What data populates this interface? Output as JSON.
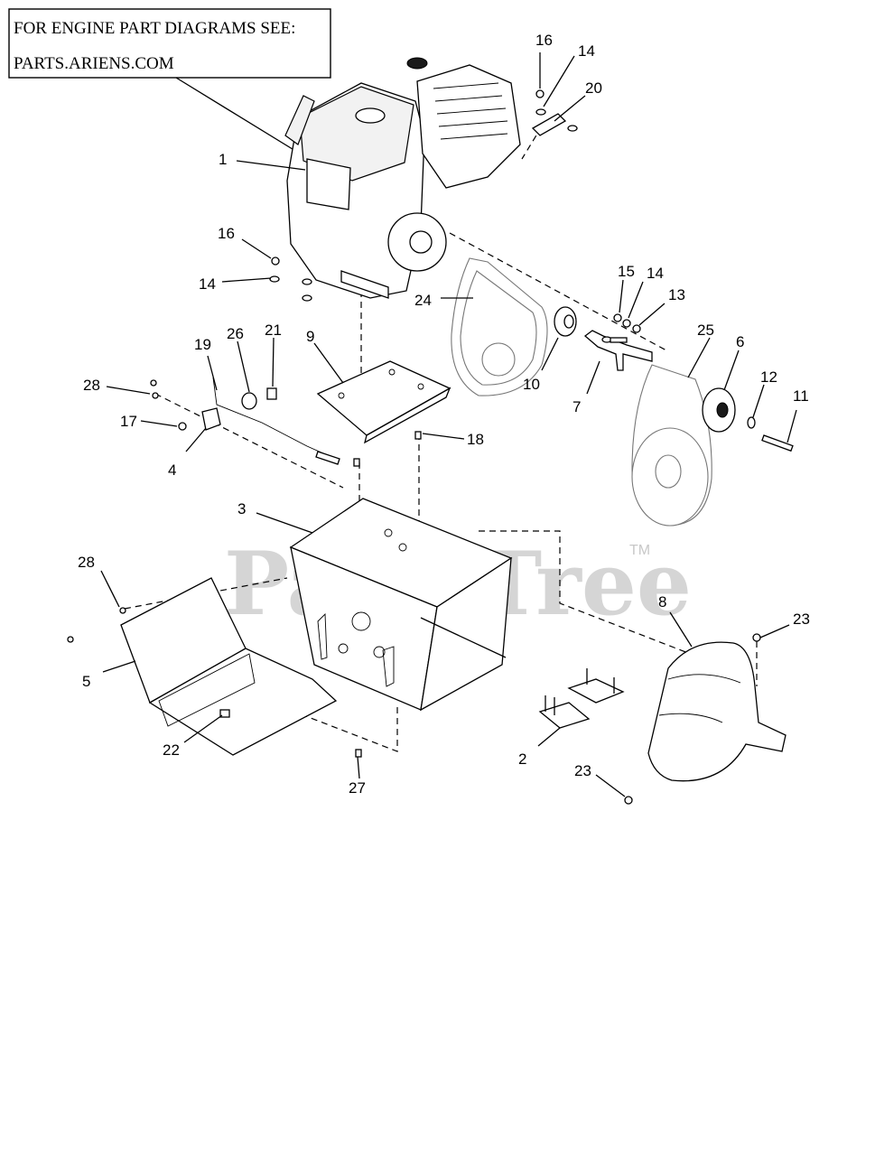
{
  "callout": {
    "line1": "FOR ENGINE PART DIAGRAMS SEE:",
    "line2": "PARTS.ARIENS.COM"
  },
  "watermark": {
    "text": "PartsTree",
    "tm": "TM"
  },
  "labels": {
    "p1": "1",
    "p2": "2",
    "p3": "3",
    "p4": "4",
    "p5": "5",
    "p6": "6",
    "p7": "7",
    "p8": "8",
    "p9": "9",
    "p10": "10",
    "p11": "11",
    "p12": "12",
    "p13": "13",
    "p14a": "14",
    "p14b": "14",
    "p14c": "14",
    "p15": "15",
    "p16a": "16",
    "p16b": "16",
    "p17": "17",
    "p18": "18",
    "p19": "19",
    "p20": "20",
    "p21": "21",
    "p22": "22",
    "p23a": "23",
    "p23b": "23",
    "p24": "24",
    "p25": "25",
    "p26": "26",
    "p27": "27",
    "p28a": "28",
    "p28b": "28"
  },
  "colors": {
    "line": "#000000",
    "watermark": "#c8c8c8"
  }
}
